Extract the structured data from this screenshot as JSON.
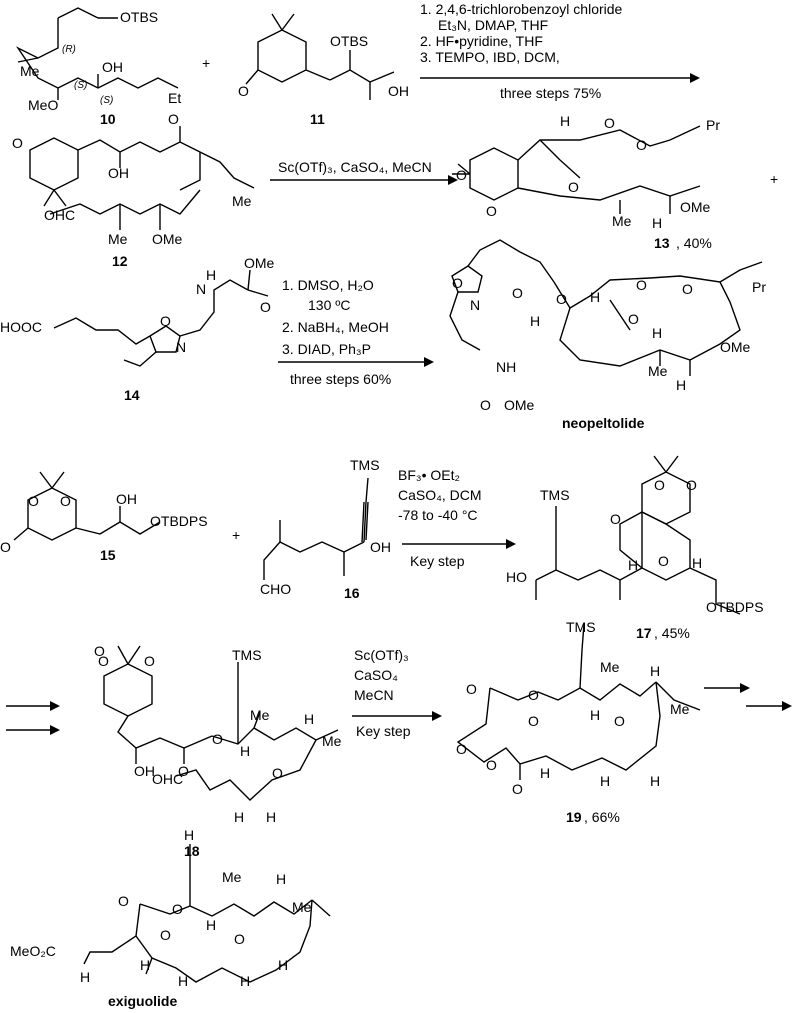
{
  "reagents": {
    "r1_line1": "1. 2,4,6-trichlorobenzoyl chloride",
    "r1_line2": "Et₃N, DMAP, THF",
    "r1_line3": "2.  HF•pyridine, THF",
    "r1_line4": "3. TEMPO, IBD, DCM,",
    "r1_yield": "three steps 75%",
    "r2": "Sc(OTf)₃, CaSO₄, MeCN",
    "r3_line1": "1. DMSO, H₂O",
    "r3_line2": "130 ºC",
    "r3_line3": "2. NaBH₄, MeOH",
    "r3_line4": "3. DIAD, Ph₃P",
    "r3_yield": "three steps 60%",
    "r4_line1": "BF₃• OEt₂",
    "r4_line2": "CaSO₄, DCM",
    "r4_line3": "-78 to -40 °C",
    "r4_key": "Key step",
    "r5_line1": "Sc(OTf)₃",
    "r5_line2": "CaSO₄",
    "r5_line3": "MeCN",
    "r5_key": "Key step"
  },
  "compounds": {
    "c10": "10",
    "c11": "11",
    "c12": "12",
    "c13": "13",
    "c13_yield": ", 40%",
    "c14": "14",
    "neopeltolide": "neopeltolide",
    "c15": "15",
    "c16": "16",
    "c17": "17",
    "c17_yield": ", 45%",
    "c18": "18",
    "c19": "19",
    "c19_yield": ", 66%",
    "exiguolide": "exiguolide"
  },
  "atoms": {
    "OTBS": "OTBS",
    "OH": "OH",
    "MeO": "MeO",
    "Me": "Me",
    "OMe": "OMe",
    "O": "O",
    "H": "H",
    "Pr": "Pr",
    "OHC": "OHC",
    "HOOC": "HOOC",
    "N": "N",
    "NH": "NH",
    "TMS": "TMS",
    "OTBDPS": "OTBDPS",
    "HO": "HO",
    "CHO": "CHO",
    "MeO2C": "MeO₂C",
    "R": "(R)",
    "S": "(S)",
    "plus": "+"
  }
}
